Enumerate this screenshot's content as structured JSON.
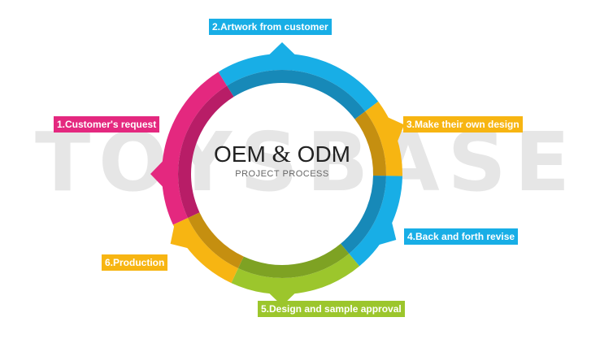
{
  "watermark": "TOYSBASE",
  "center": {
    "title_left": "OEM",
    "title_amp": "&",
    "title_right": "ODM",
    "subtitle": "PROJECT PROCESS"
  },
  "steps": [
    {
      "label": "1.Customer's request",
      "color": "#e4287f",
      "dark": "#b81d67"
    },
    {
      "label": "2.Artwork from customer",
      "color": "#18aee6",
      "dark": "#1789b8"
    },
    {
      "label": "3.Make their own design",
      "color": "#f7b512",
      "dark": "#c58f10"
    },
    {
      "label": "4.Back and forth revise",
      "color": "#18aee6",
      "dark": "#1789b8"
    },
    {
      "label": "5.Design and sample approval",
      "color": "#9cc62c",
      "dark": "#7ea223"
    },
    {
      "label": "6.Production",
      "color": "#f7b512",
      "dark": "#c58f10"
    }
  ]
}
